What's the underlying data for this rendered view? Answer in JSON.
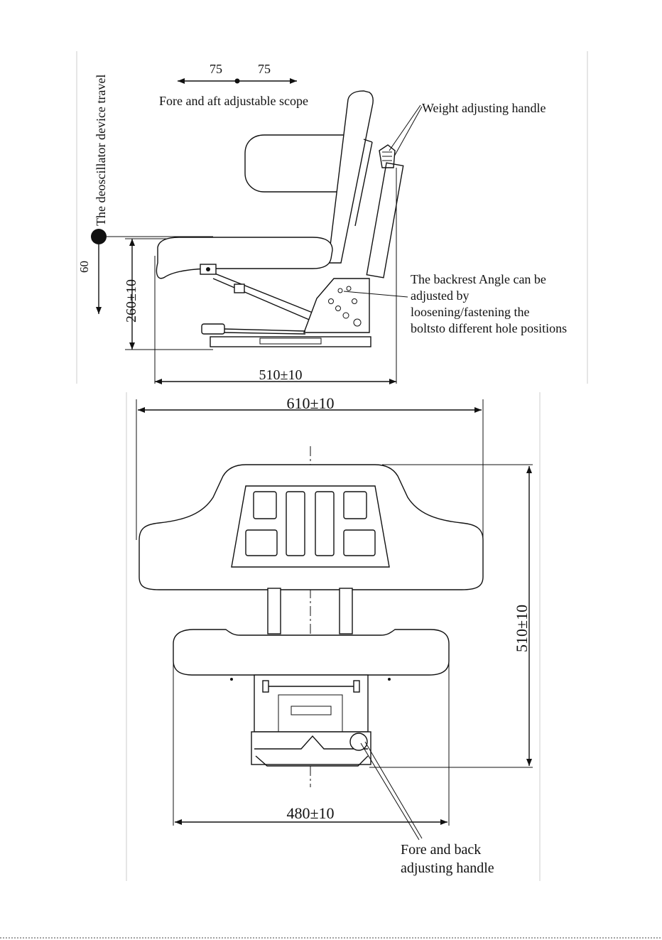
{
  "side_view": {
    "fore_left": "75",
    "fore_right": "75",
    "fore_aft_label": "Fore and aft adjustable scope",
    "travel_label": "The deoscillator device travel",
    "travel_value": "60",
    "weight_label": "Weight adjusting handle",
    "height_dim": "260±10",
    "depth_dim": "510±10",
    "backrest_note": [
      "The backrest Angle can be",
      "adjusted by",
      "loosening/fastening the",
      "boltsto different hole positions"
    ]
  },
  "top_view": {
    "width_dim": "610±10",
    "depth_dim": "510±10",
    "base_dim": "480±10",
    "handle_note": [
      "Fore and back",
      "adjusting handle"
    ]
  }
}
